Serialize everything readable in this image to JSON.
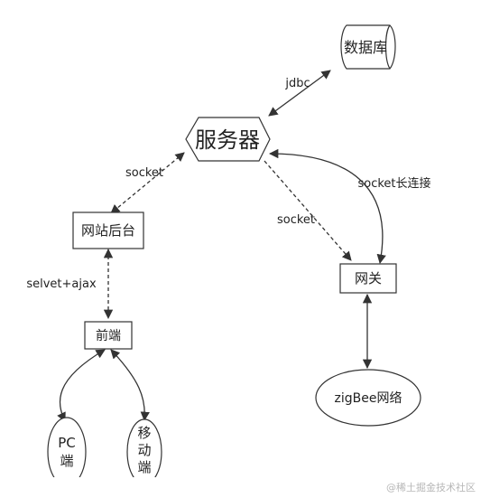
{
  "nodes": {
    "database": "数据库",
    "server": "服务器",
    "backend": "网站后台",
    "gateway": "网关",
    "frontend": "前端",
    "zigbee": "zigBee网络",
    "pc": [
      "PC",
      "端"
    ],
    "mobile": [
      "移",
      "动",
      "端"
    ]
  },
  "edges": {
    "jdbc": "jdbc",
    "socket_left": "socket",
    "socket_right": "socket",
    "socket_long": "socket长连接",
    "selvet_ajax": "selvet+ajax"
  },
  "watermark": "@稀土掘金技术社区"
}
